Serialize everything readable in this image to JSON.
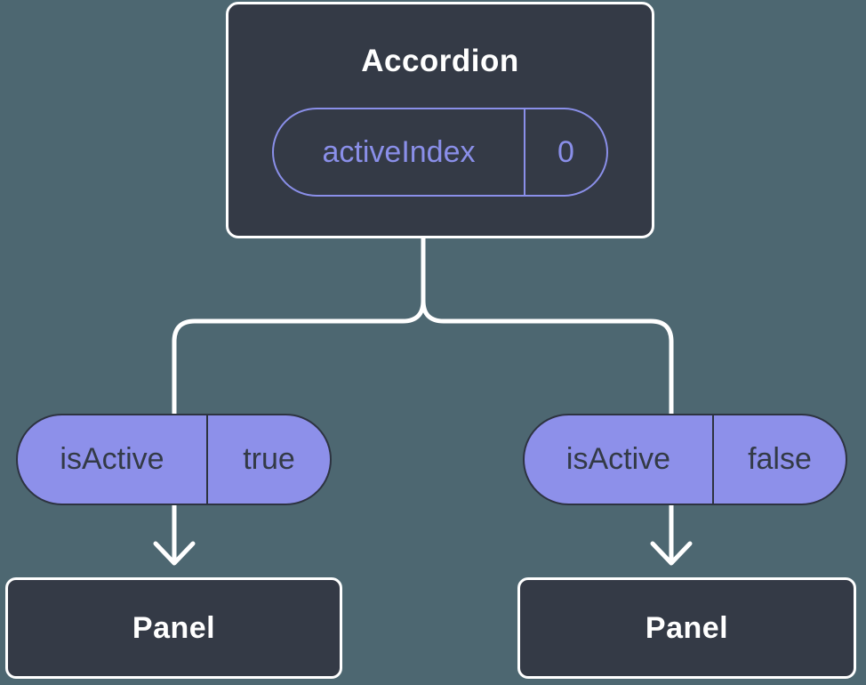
{
  "diagram": {
    "root": {
      "title": "Accordion",
      "prop": {
        "name": "activeIndex",
        "value": "0"
      }
    },
    "children": [
      {
        "prop": {
          "name": "isActive",
          "value": "true"
        },
        "node": {
          "title": "Panel"
        }
      },
      {
        "prop": {
          "name": "isActive",
          "value": "false"
        },
        "node": {
          "title": "Panel"
        }
      }
    ],
    "colors": {
      "background": "#4D6771",
      "node_fill": "#343A46",
      "node_border": "#FFFFFF",
      "pill_fill": "#8D90EA",
      "pill_outline": "#8A8FE9",
      "pill_dark_border": "#2D3340",
      "pill_dark_text": "#333A46",
      "connector": "#FFFFFF"
    }
  }
}
